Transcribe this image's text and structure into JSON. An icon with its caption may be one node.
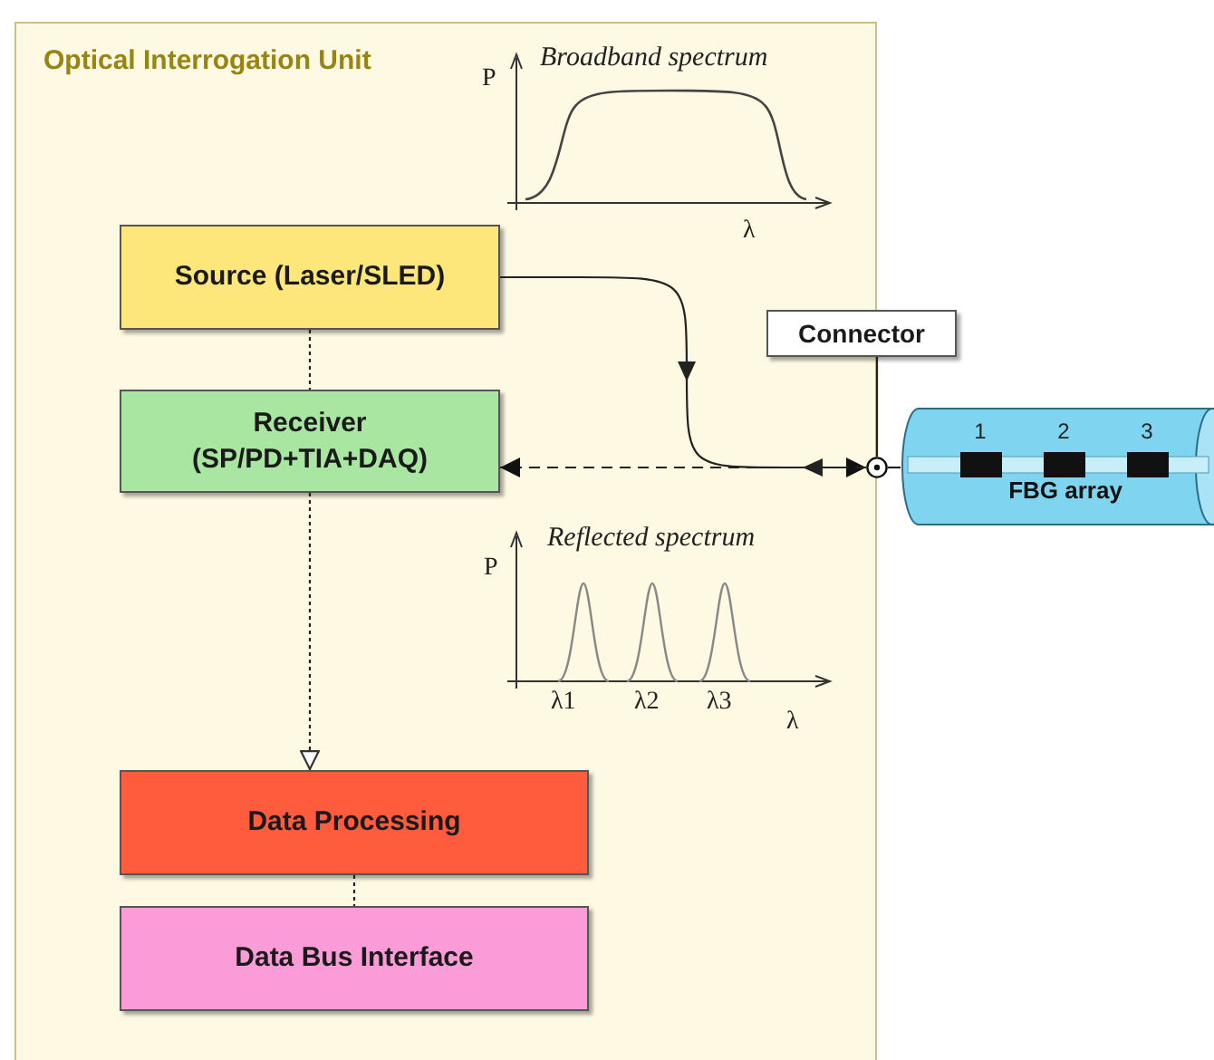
{
  "diagram": {
    "nodes": [
      {
        "text": [
          "Optical Interrogation Unit"
        ]
      },
      {
        "text": [
          "Source (Laser/SLED)"
        ],
        "in": 0
      },
      {
        "text": [
          "Receiver (SP/PD+TIA+DAQ)"
        ],
        "in": 0
      },
      {
        "text": [
          "Data Processing"
        ],
        "in": 0
      },
      {
        "text": [
          "Data Bus Interface"
        ],
        "in": 0
      },
      {
        "text": [
          "Connector"
        ]
      },
      {
        "text": [],
        "shape": "circle"
      },
      {
        "text": [
          "1",
          "2",
          "3",
          "FBG array"
        ]
      }
    ],
    "edges": [
      {
        "from": 1,
        "to": 6,
        "arrow": "to"
      },
      {
        "from": 6,
        "to": 2,
        "arrow": "to",
        "style": "dashed"
      },
      {
        "from": 1,
        "to": 2,
        "arrow": "none",
        "style": "dashed"
      },
      {
        "from": 2,
        "to": 3,
        "arrow": "to",
        "style": "dashed"
      },
      {
        "from": 3,
        "to": 4,
        "arrow": "none",
        "style": "dashed"
      },
      {
        "from": 5,
        "to": 6,
        "arrow": "none"
      },
      {
        "from": 6,
        "to": 7,
        "arrow": "none"
      }
    ],
    "labels": [
      "P",
      "Broadband spectrum",
      "λ",
      "P",
      "Reflected spectrum",
      "λ1",
      "λ2",
      "λ3",
      "λ"
    ]
  }
}
